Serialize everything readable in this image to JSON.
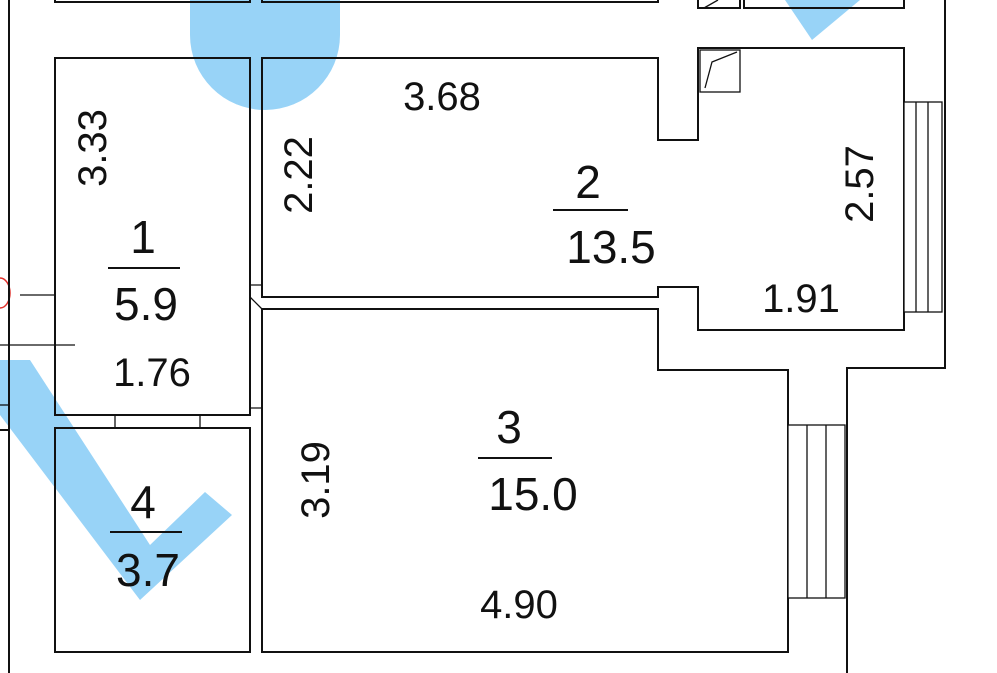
{
  "colors": {
    "wall": "#111111",
    "background": "#ffffff",
    "highlight": "#7ec8f5",
    "marker": "#e0302a"
  },
  "rooms": [
    {
      "number": "1",
      "area": "5.9",
      "dims": [
        "3.33",
        "1.76"
      ]
    },
    {
      "number": "2",
      "area": "13.5",
      "dims": [
        "3.68",
        "2.22",
        "2.57",
        "1.91"
      ]
    },
    {
      "number": "3",
      "area": "15.0",
      "dims": [
        "3.19",
        "4.90"
      ]
    },
    {
      "number": "4",
      "area": "3.7",
      "dims": []
    }
  ]
}
